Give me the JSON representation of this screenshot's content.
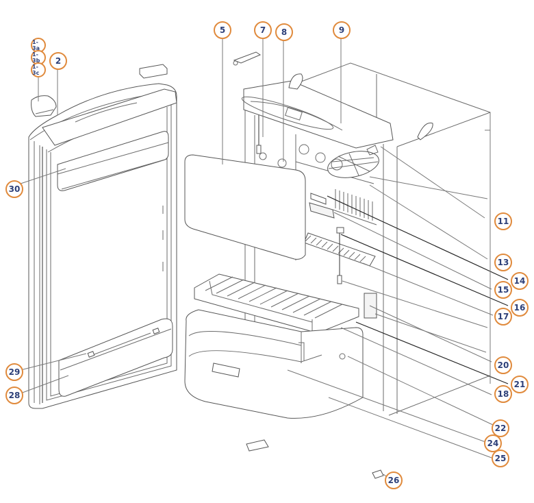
{
  "diagram": {
    "accent_color": "#e08a3c",
    "label_color": "#2c3f78",
    "callouts": [
      {
        "id": "c1-3a",
        "label": "1-3a"
      },
      {
        "id": "c1-3b",
        "label": "1-3b"
      },
      {
        "id": "c1-3c",
        "label": "1-3c"
      },
      {
        "id": "c2",
        "label": "2"
      },
      {
        "id": "c5",
        "label": "5"
      },
      {
        "id": "c7",
        "label": "7"
      },
      {
        "id": "c8",
        "label": "8"
      },
      {
        "id": "c9",
        "label": "9"
      },
      {
        "id": "c11",
        "label": "11"
      },
      {
        "id": "c13",
        "label": "13"
      },
      {
        "id": "c14",
        "label": "14"
      },
      {
        "id": "c15",
        "label": "15"
      },
      {
        "id": "c16",
        "label": "16"
      },
      {
        "id": "c17",
        "label": "17"
      },
      {
        "id": "c20",
        "label": "20"
      },
      {
        "id": "c21",
        "label": "21"
      },
      {
        "id": "c18",
        "label": "18"
      },
      {
        "id": "c22",
        "label": "22"
      },
      {
        "id": "c24",
        "label": "24"
      },
      {
        "id": "c25",
        "label": "25"
      },
      {
        "id": "c26",
        "label": "26"
      },
      {
        "id": "c30",
        "label": "30"
      },
      {
        "id": "c29",
        "label": "29"
      },
      {
        "id": "c28",
        "label": "28"
      }
    ]
  }
}
